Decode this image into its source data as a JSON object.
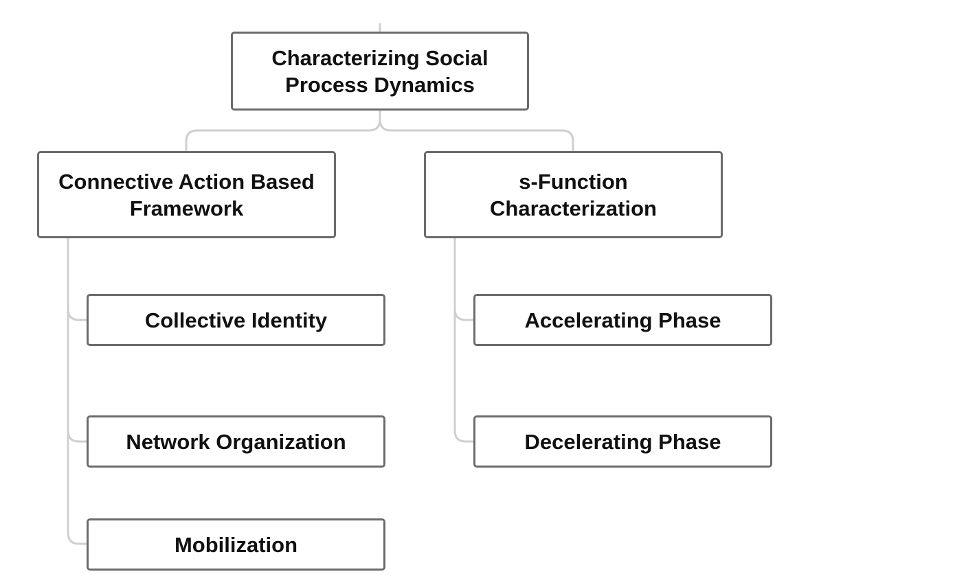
{
  "diagram": {
    "type": "hierarchy-tree",
    "connector_color": "#cfcfcf",
    "box_border_color": "#6b6b6b",
    "text_color": "#111111",
    "root": {
      "label": "Characterizing Social Process Dynamics"
    },
    "branches": [
      {
        "label": "Connective Action Based Framework",
        "children": [
          {
            "label": "Collective Identity"
          },
          {
            "label": "Network Organization"
          },
          {
            "label": "Mobilization"
          }
        ]
      },
      {
        "label": "s-Function Characterization",
        "children": [
          {
            "label": "Accelerating Phase"
          },
          {
            "label": "Decelerating Phase"
          }
        ]
      }
    ]
  }
}
